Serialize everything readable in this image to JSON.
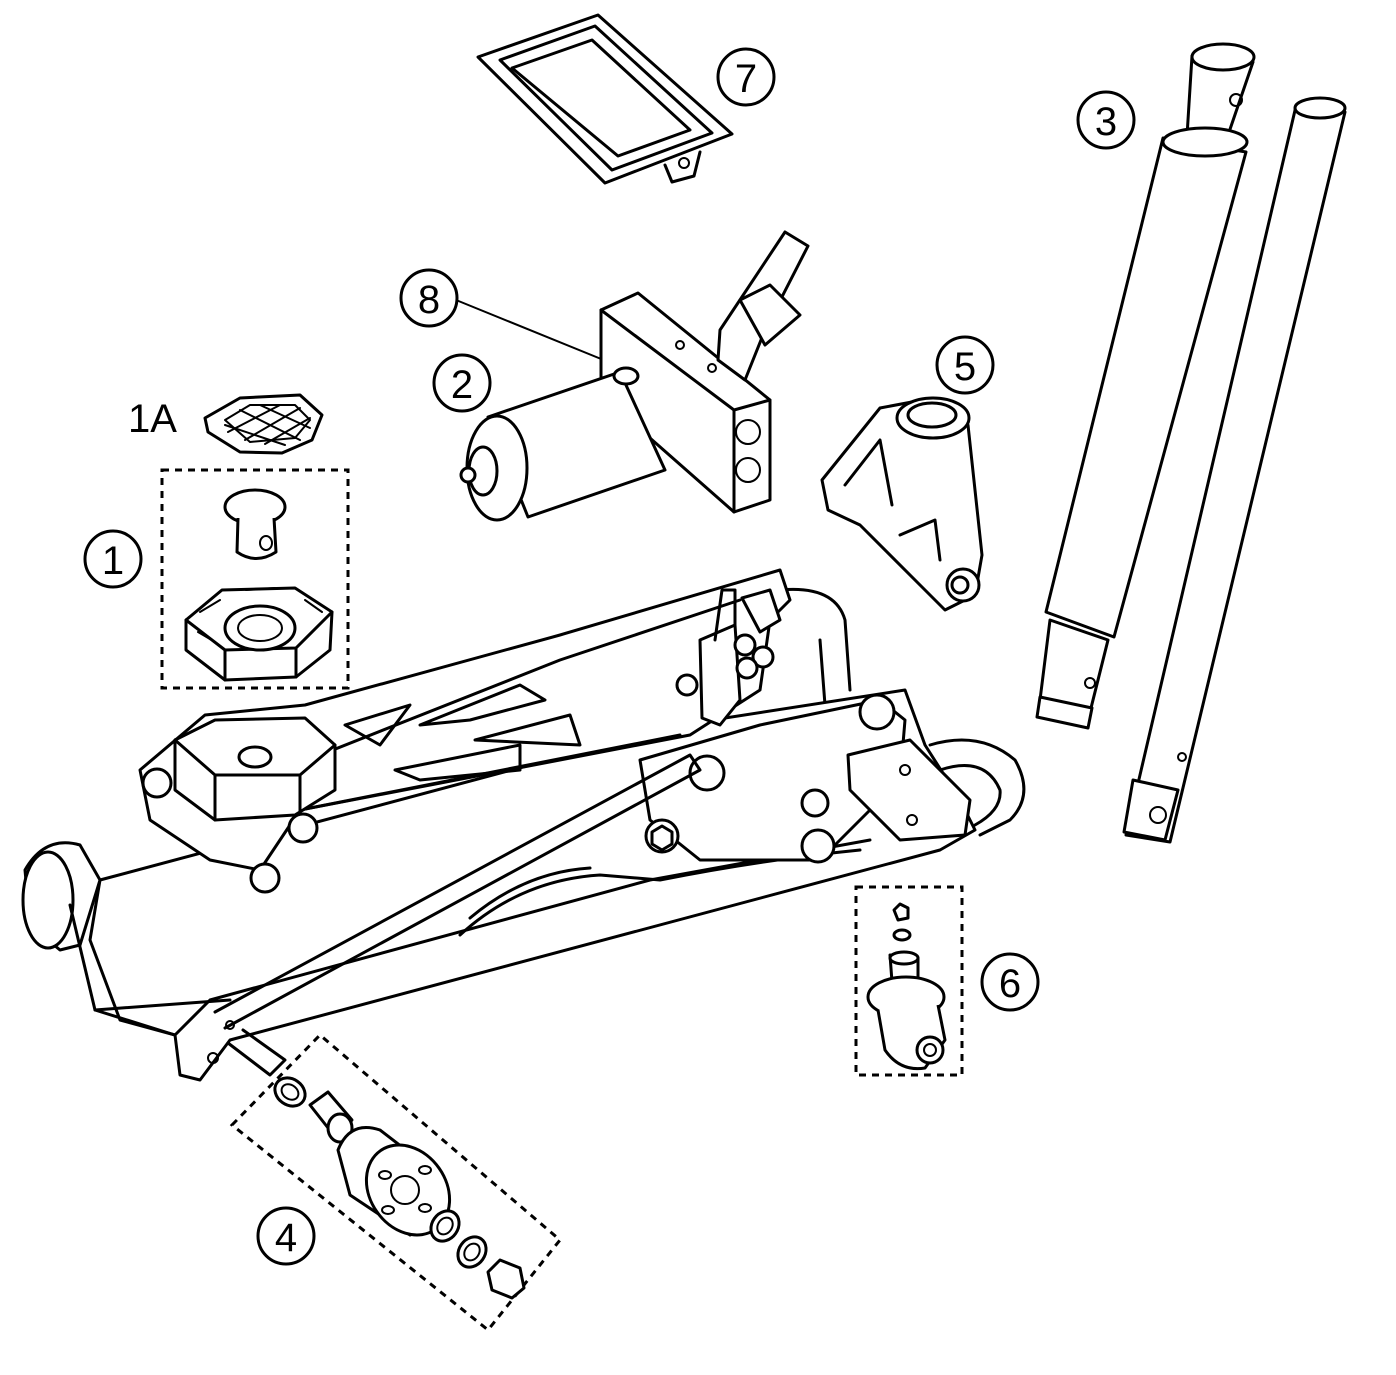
{
  "callouts": {
    "c1": "1",
    "c1a": "1A",
    "c2": "2",
    "c3": "3",
    "c4": "4",
    "c5": "5",
    "c6": "6",
    "c7": "7",
    "c8": "8"
  },
  "icons": [
    "floor-jack-frame-icon",
    "saddle-icon",
    "saddle-pad-icon",
    "hydraulic-pump-icon",
    "handle-tube-icon",
    "handle-socket-icon",
    "front-wheel-icon",
    "caster-wheel-icon",
    "tray-icon"
  ],
  "colors": {
    "line": "#000000",
    "background": "#ffffff"
  }
}
